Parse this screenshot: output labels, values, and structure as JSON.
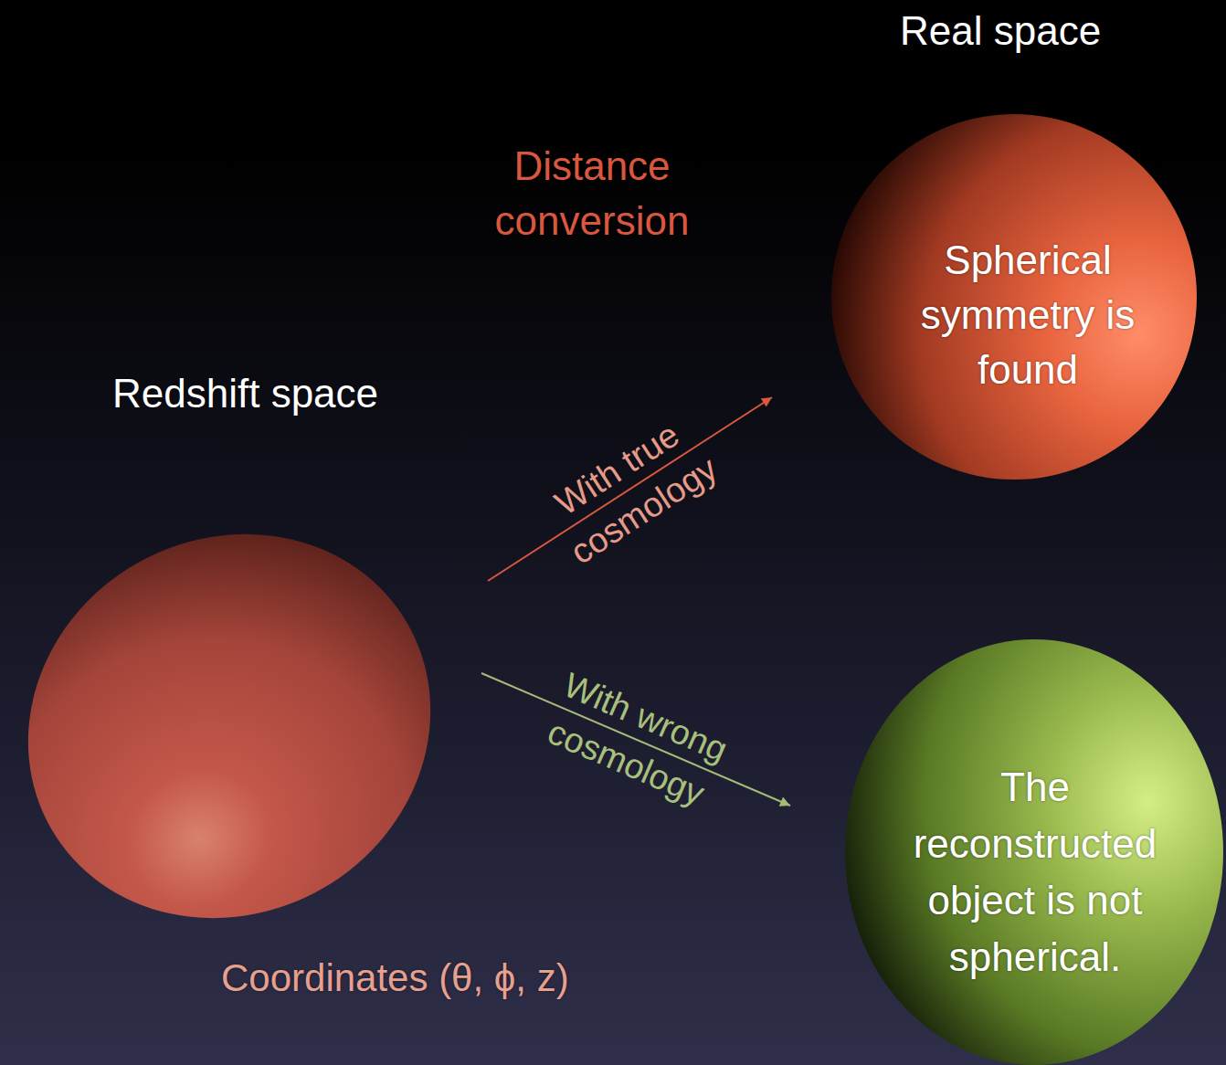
{
  "diagram": {
    "nodes": [
      {
        "text": [
          "Redshift space",
          "Coordinates (θ, ϕ, z)"
        ]
      },
      {
        "text": [
          "Spherical symmetry is found"
        ]
      },
      {
        "text": [
          "The reconstructed object is not spherical."
        ]
      }
    ],
    "edges": [
      {
        "from": 0,
        "to": 1,
        "arrow": "to",
        "label": "With true cosmology"
      },
      {
        "from": 0,
        "to": 2,
        "arrow": "to",
        "label": "With wrong cosmology"
      }
    ],
    "labels": [
      "Real space",
      "Distance conversion"
    ]
  }
}
